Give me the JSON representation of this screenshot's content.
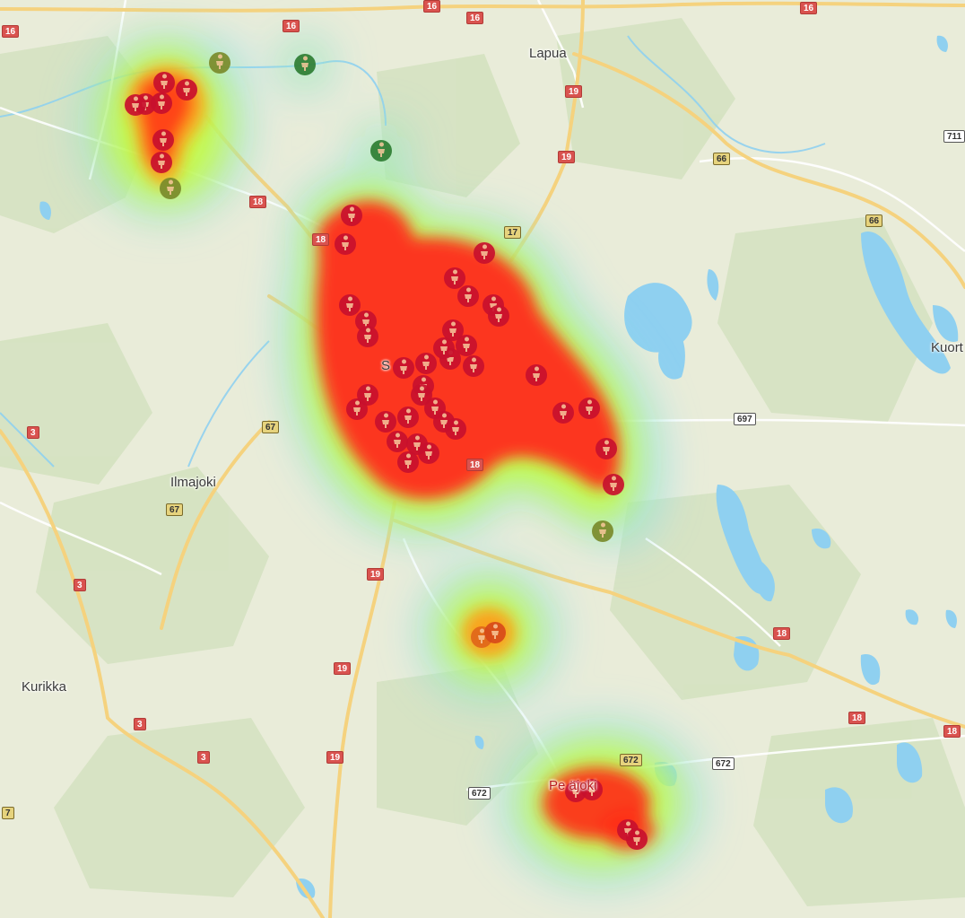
{
  "map": {
    "colors": {
      "land": "#e9ecd9",
      "forest": "#d3e2bf",
      "water": "#8fd0f0",
      "road_major": "#f5d27e",
      "road_minor": "#ffffff",
      "heat_low": "#8ee0ff",
      "heat_mid": "#c9ff2a",
      "heat_high": "#ff2a1a",
      "marker_red": "#c8102e",
      "marker_green": "#2e7d32"
    },
    "places": [
      {
        "key": "lapua",
        "label": "Lapua"
      },
      {
        "key": "ilmajoki",
        "label": "Ilmajoki"
      },
      {
        "key": "kurikka",
        "label": "Kurikka"
      },
      {
        "key": "kuortane",
        "label": "Kuort"
      },
      {
        "key": "seinajoki",
        "label": "S"
      },
      {
        "key": "peraseinajoki",
        "label": "Pe      äjoki"
      }
    ],
    "road_shields": [
      {
        "label": "16",
        "style": "red"
      },
      {
        "label": "16",
        "style": "red"
      },
      {
        "label": "16",
        "style": "red"
      },
      {
        "label": "16",
        "style": "red"
      },
      {
        "label": "19",
        "style": "red"
      },
      {
        "label": "19",
        "style": "red"
      },
      {
        "label": "66",
        "style": "yellow"
      },
      {
        "label": "66",
        "style": "yellow"
      },
      {
        "label": "711",
        "style": "white"
      },
      {
        "label": "18",
        "style": "red"
      },
      {
        "label": "18",
        "style": "red"
      },
      {
        "label": "17",
        "style": "yellow"
      },
      {
        "label": "3",
        "style": "red"
      },
      {
        "label": "67",
        "style": "yellow"
      },
      {
        "label": "67",
        "style": "yellow"
      },
      {
        "label": "697",
        "style": "white"
      },
      {
        "label": "18",
        "style": "red"
      },
      {
        "label": "3",
        "style": "red"
      },
      {
        "label": "19",
        "style": "red"
      },
      {
        "label": "19",
        "style": "red"
      },
      {
        "label": "18",
        "style": "red"
      },
      {
        "label": "18",
        "style": "red"
      },
      {
        "label": "18",
        "style": "red"
      },
      {
        "label": "3",
        "style": "red"
      },
      {
        "label": "3",
        "style": "red"
      },
      {
        "label": "19",
        "style": "red"
      },
      {
        "label": "672",
        "style": "white"
      },
      {
        "label": "672",
        "style": "yellow"
      },
      {
        "label": "672",
        "style": "white"
      },
      {
        "label": "7",
        "style": "yellow"
      },
      {
        "label": "16",
        "style": "red"
      }
    ],
    "heat_clusters": [
      {
        "name": "northwest-cluster",
        "intensity": 0.85
      },
      {
        "name": "central-cluster",
        "intensity": 1.0
      },
      {
        "name": "southeast-arm",
        "intensity": 0.9
      },
      {
        "name": "south-small-cluster",
        "intensity": 0.6
      },
      {
        "name": "peraseinajoki-cluster",
        "intensity": 0.85
      }
    ],
    "marker_icon": "person-icon"
  }
}
